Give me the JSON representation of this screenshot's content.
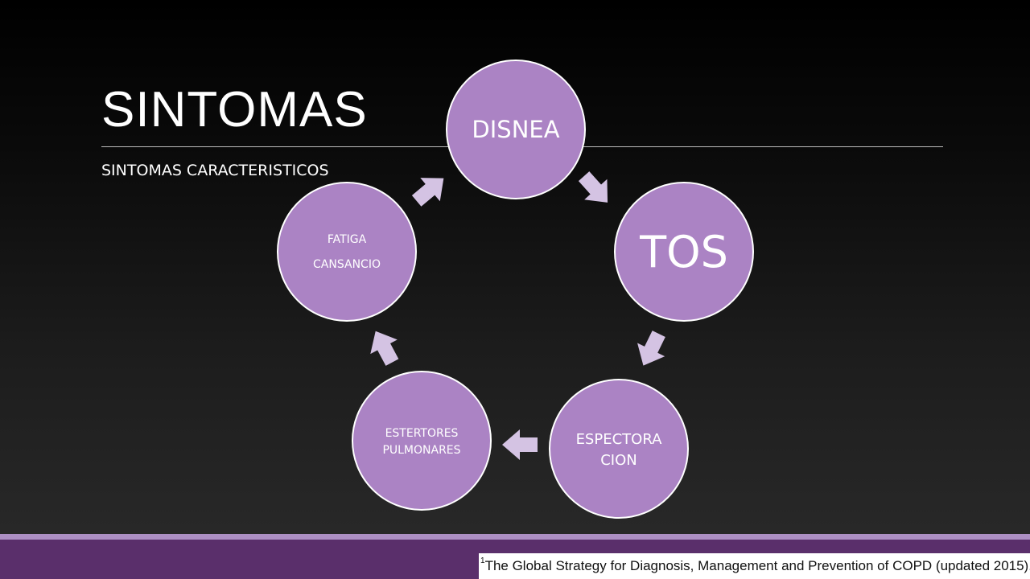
{
  "slide": {
    "title": "SINTOMAS",
    "subtitle": "SINTOMAS CARACTERISTICOS"
  },
  "diagram": {
    "type": "cycle",
    "nodes": [
      {
        "id": "disnea",
        "lines": [
          "DISNEA"
        ]
      },
      {
        "id": "tos",
        "lines": [
          "TOS"
        ]
      },
      {
        "id": "espectoracion",
        "lines": [
          "ESPECTORA",
          "CION"
        ]
      },
      {
        "id": "estertores",
        "lines": [
          "ESTERTORES",
          "PULMONARES"
        ]
      },
      {
        "id": "fatiga",
        "lines": [
          "FATIGA",
          "CANSANCIO"
        ]
      }
    ],
    "flow": [
      [
        "disnea",
        "tos"
      ],
      [
        "tos",
        "espectoracion"
      ],
      [
        "espectoracion",
        "estertores"
      ],
      [
        "estertores",
        "fatiga"
      ],
      [
        "fatiga",
        "disnea"
      ]
    ],
    "colors": {
      "node_fill": "#ab83c4",
      "node_stroke": "#ffffff",
      "arrow_fill": "#d4c3e3"
    }
  },
  "footer": {
    "citation_mark": "1",
    "citation": "The Global Strategy for Diagnosis, Management and Prevention of COPD  (updated 2015)."
  }
}
